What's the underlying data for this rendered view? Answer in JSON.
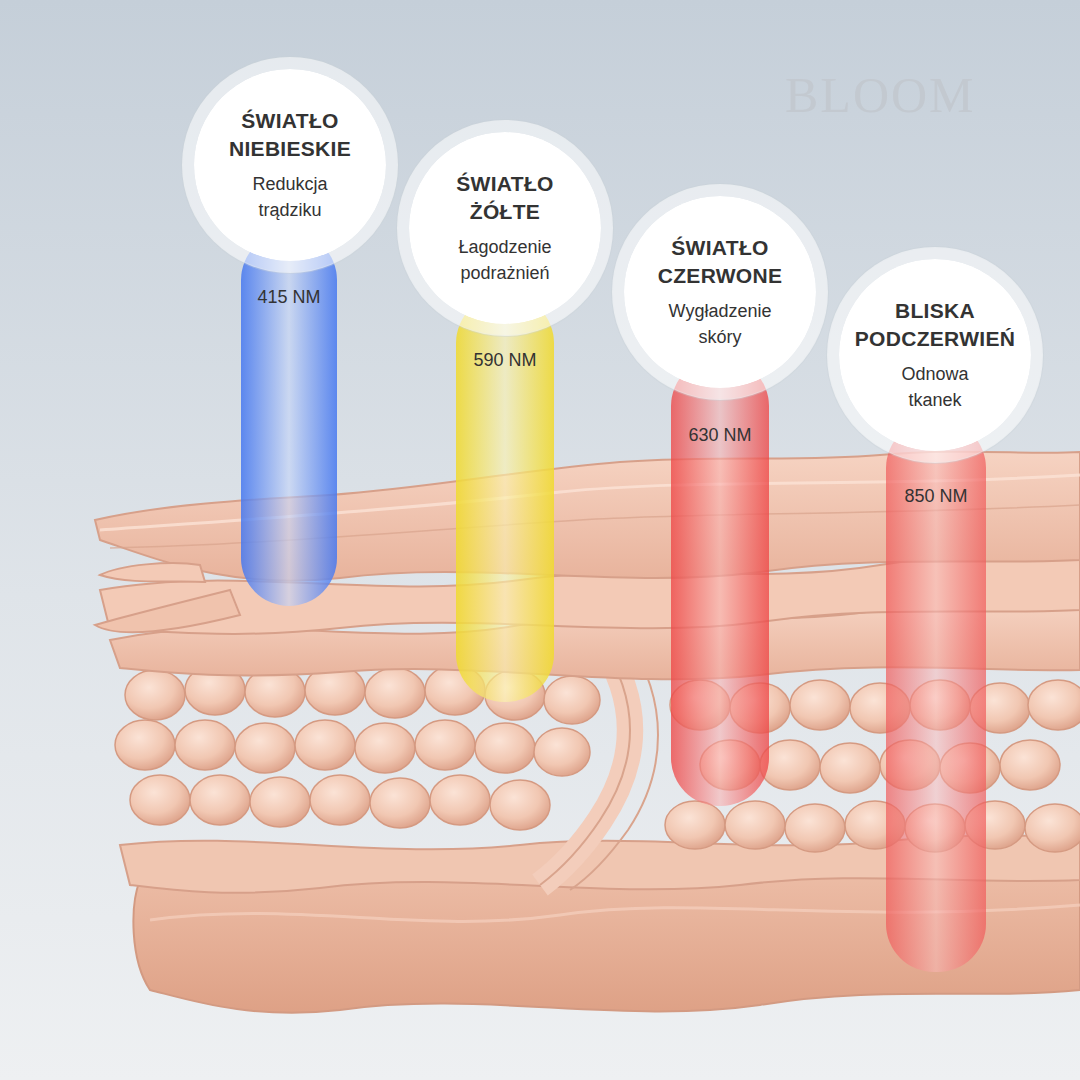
{
  "diagram": {
    "nodes": [
      {
        "text": [
          "ŚWIATŁO NIEBIESKIE",
          "Redukcja trądziku"
        ]
      },
      {
        "text": [
          "415 NM"
        ]
      },
      {
        "text": [
          "ŚWIATŁO ŻÓŁTE",
          "Łagodzenie podrażnień"
        ]
      },
      {
        "text": [
          "590 NM"
        ]
      },
      {
        "text": [
          "ŚWIATŁO CZERWONE",
          "Wygładzenie skóry"
        ]
      },
      {
        "text": [
          "630 NM"
        ]
      },
      {
        "text": [
          "BLISKA PODCZERWIEŃ",
          "Odnowa tkanek"
        ]
      },
      {
        "text": [
          "850 NM"
        ]
      }
    ],
    "labels": [
      "BLOOM"
    ]
  }
}
